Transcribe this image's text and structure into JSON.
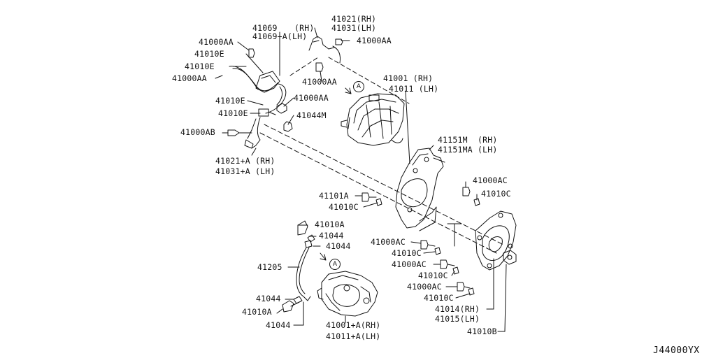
{
  "diagram_code": "J44000YX",
  "view_marker": "A",
  "labels": {
    "p41069": "41069",
    "p41069A": "41069+A(LH)",
    "p41021_rh": "41021(RH)",
    "p41031_lh": "41031(LH)",
    "rh_marker": "(RH)",
    "p41000AA_top_right": "41000AA",
    "p41000AA_left_top": "41000AA",
    "p41010E_1": "41010E",
    "p41010E_2": "41010E",
    "p41000AA_left_2": "41000AA",
    "p41000AA_mid": "41000AA",
    "p41001_rh": "41001 (RH)",
    "p41011_lh": "41011 (LH)",
    "p41010E_3": "41010E",
    "p41000AA_center": "41000AA",
    "p41010E_4": "41010E",
    "p41044M": "41044M",
    "p41000AB": "41000AB",
    "p41021A_rh": "41021+A (RH)",
    "p41031A_lh": "41031+A (LH)",
    "p41151M_rh": "41151M  (RH)",
    "p41151MA_lh": "41151MA (LH)",
    "p41000AC_right": "41000AC",
    "p41010C_right": "41010C",
    "p41101A": "41101A",
    "p41010C_mid": "41010C",
    "p41010A_top": "41010A",
    "p41044_1": "41044",
    "p41044_2": "41044",
    "p41205": "41205",
    "p41000AC_1": "41000AC",
    "p41010C_1": "41010C",
    "p41000AC_2": "41000AC",
    "p41010C_2": "41010C",
    "p41000AC_3": "41000AC",
    "p41010C_3": "41010C",
    "p41014_rh": "41014(RH)",
    "p41015_lh": "41015(LH)",
    "p41010B": "41010B",
    "p41044_3": "41044",
    "p41010A_bottom": "41010A",
    "p41044_4": "41044",
    "p41001A_rh": "41001+A(RH)",
    "p41011A_lh": "41011+A(LH)"
  }
}
